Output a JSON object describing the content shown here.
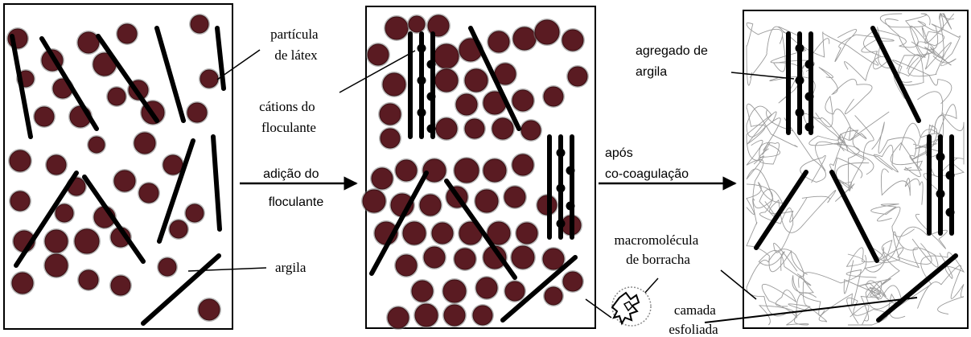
{
  "labels": {
    "latex_particle": [
      "partícula",
      "de látex"
    ],
    "flocculant_cations": [
      "cátions do",
      "floculante"
    ],
    "clay_aggregate": [
      "agregado de",
      "argila"
    ],
    "flocculant_addition": [
      "adição do",
      "floculante"
    ],
    "after_cocoagulation": [
      "após",
      "co-coagulação"
    ],
    "clay": "argila",
    "rubber_macromolecule": [
      "macromolécula",
      "de borracha"
    ],
    "exfoliated_layer": [
      "camada",
      "esfoliada"
    ]
  },
  "colors": {
    "particle_fill": "#5a1b22",
    "particle_edge": "#3a0e12",
    "particle_halo": "#7a7a7a",
    "ink": "#000000",
    "tangle": "#9a9a9a"
  }
}
